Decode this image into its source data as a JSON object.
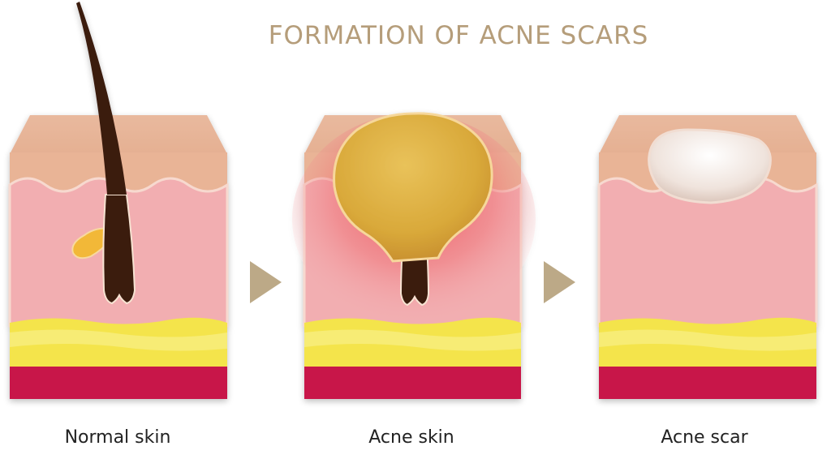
{
  "title": "FORMATION OF ACNE SCARS",
  "stages": [
    {
      "label": "Normal skin",
      "icon": "normal-skin-illustration"
    },
    {
      "label": "Acne skin",
      "icon": "acne-skin-illustration"
    },
    {
      "label": "Acne scar",
      "icon": "acne-scar-illustration"
    }
  ],
  "arrows": [
    {
      "icon": "triangle-arrow-icon",
      "from": "Normal skin",
      "to": "Acne skin"
    },
    {
      "icon": "triangle-arrow-icon",
      "from": "Acne skin",
      "to": "Acne scar"
    }
  ],
  "colors": {
    "title": "#b59d7a",
    "epidermis": "#e9b496",
    "epidermis_top": "#e7b89c",
    "dermis": "#f2aeb1",
    "fat_layer": "#f4e44c",
    "muscle_layer": "#c8194a",
    "hair": "#3a1a10",
    "sebaceous_gland": "#f2b838",
    "pustule": "#d9ac3a",
    "scar": "#f3ebe6",
    "arrow": "#bca987"
  }
}
